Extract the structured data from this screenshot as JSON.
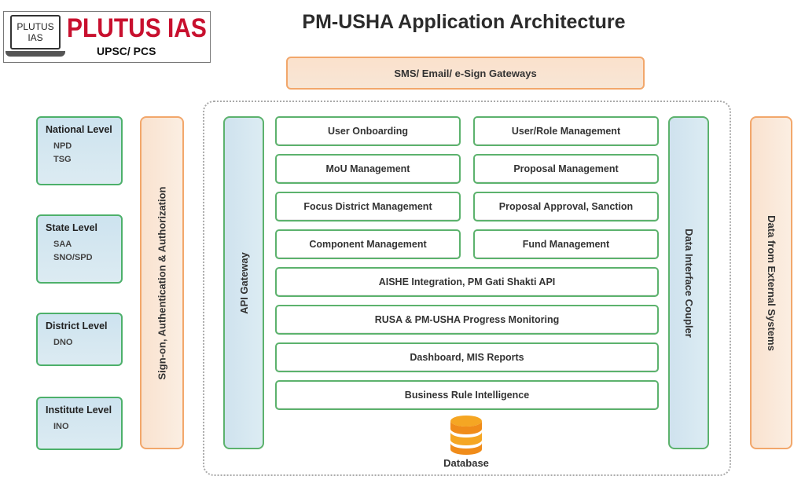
{
  "logo": {
    "laptop_line1": "PLUTUS",
    "laptop_line2": "IAS",
    "brand": "PLUTUS IAS",
    "subtitle": "UPSC/ PCS"
  },
  "title": "PM-USHA Application Architecture",
  "gateway": "SMS/ Email/ e-Sign Gateways",
  "levels": [
    {
      "name": "National Level",
      "roles": [
        "NPD",
        "TSG"
      ]
    },
    {
      "name": "State Level",
      "roles": [
        "SAA",
        "SNO/SPD"
      ]
    },
    {
      "name": "District Level",
      "roles": [
        "DNO"
      ]
    },
    {
      "name": "Institute Level",
      "roles": [
        "INO"
      ]
    }
  ],
  "bars": {
    "signon": "Sign-on, Authentication & Authorization",
    "api_gateway": "API Gateway",
    "data_interface": "Data Interface Coupler",
    "external": "Data from External Systems"
  },
  "modules_left": [
    "User Onboarding",
    "MoU Management",
    "Focus District Management",
    "Component Management"
  ],
  "modules_right": [
    "User/Role Management",
    "Proposal Management",
    "Proposal Approval, Sanction",
    "Fund Management"
  ],
  "modules_wide": [
    "AISHE Integration, PM Gati Shakti API",
    "RUSA & PM-USHA Progress Monitoring",
    "Dashboard, MIS Reports",
    "Business Rule Intelligence"
  ],
  "database": {
    "label": "Database",
    "icon": "database-icon",
    "color": "#f5a623"
  },
  "colors": {
    "green_border": "#5cb26d",
    "orange_border": "#f2a76b",
    "brand_red": "#c8102e"
  }
}
